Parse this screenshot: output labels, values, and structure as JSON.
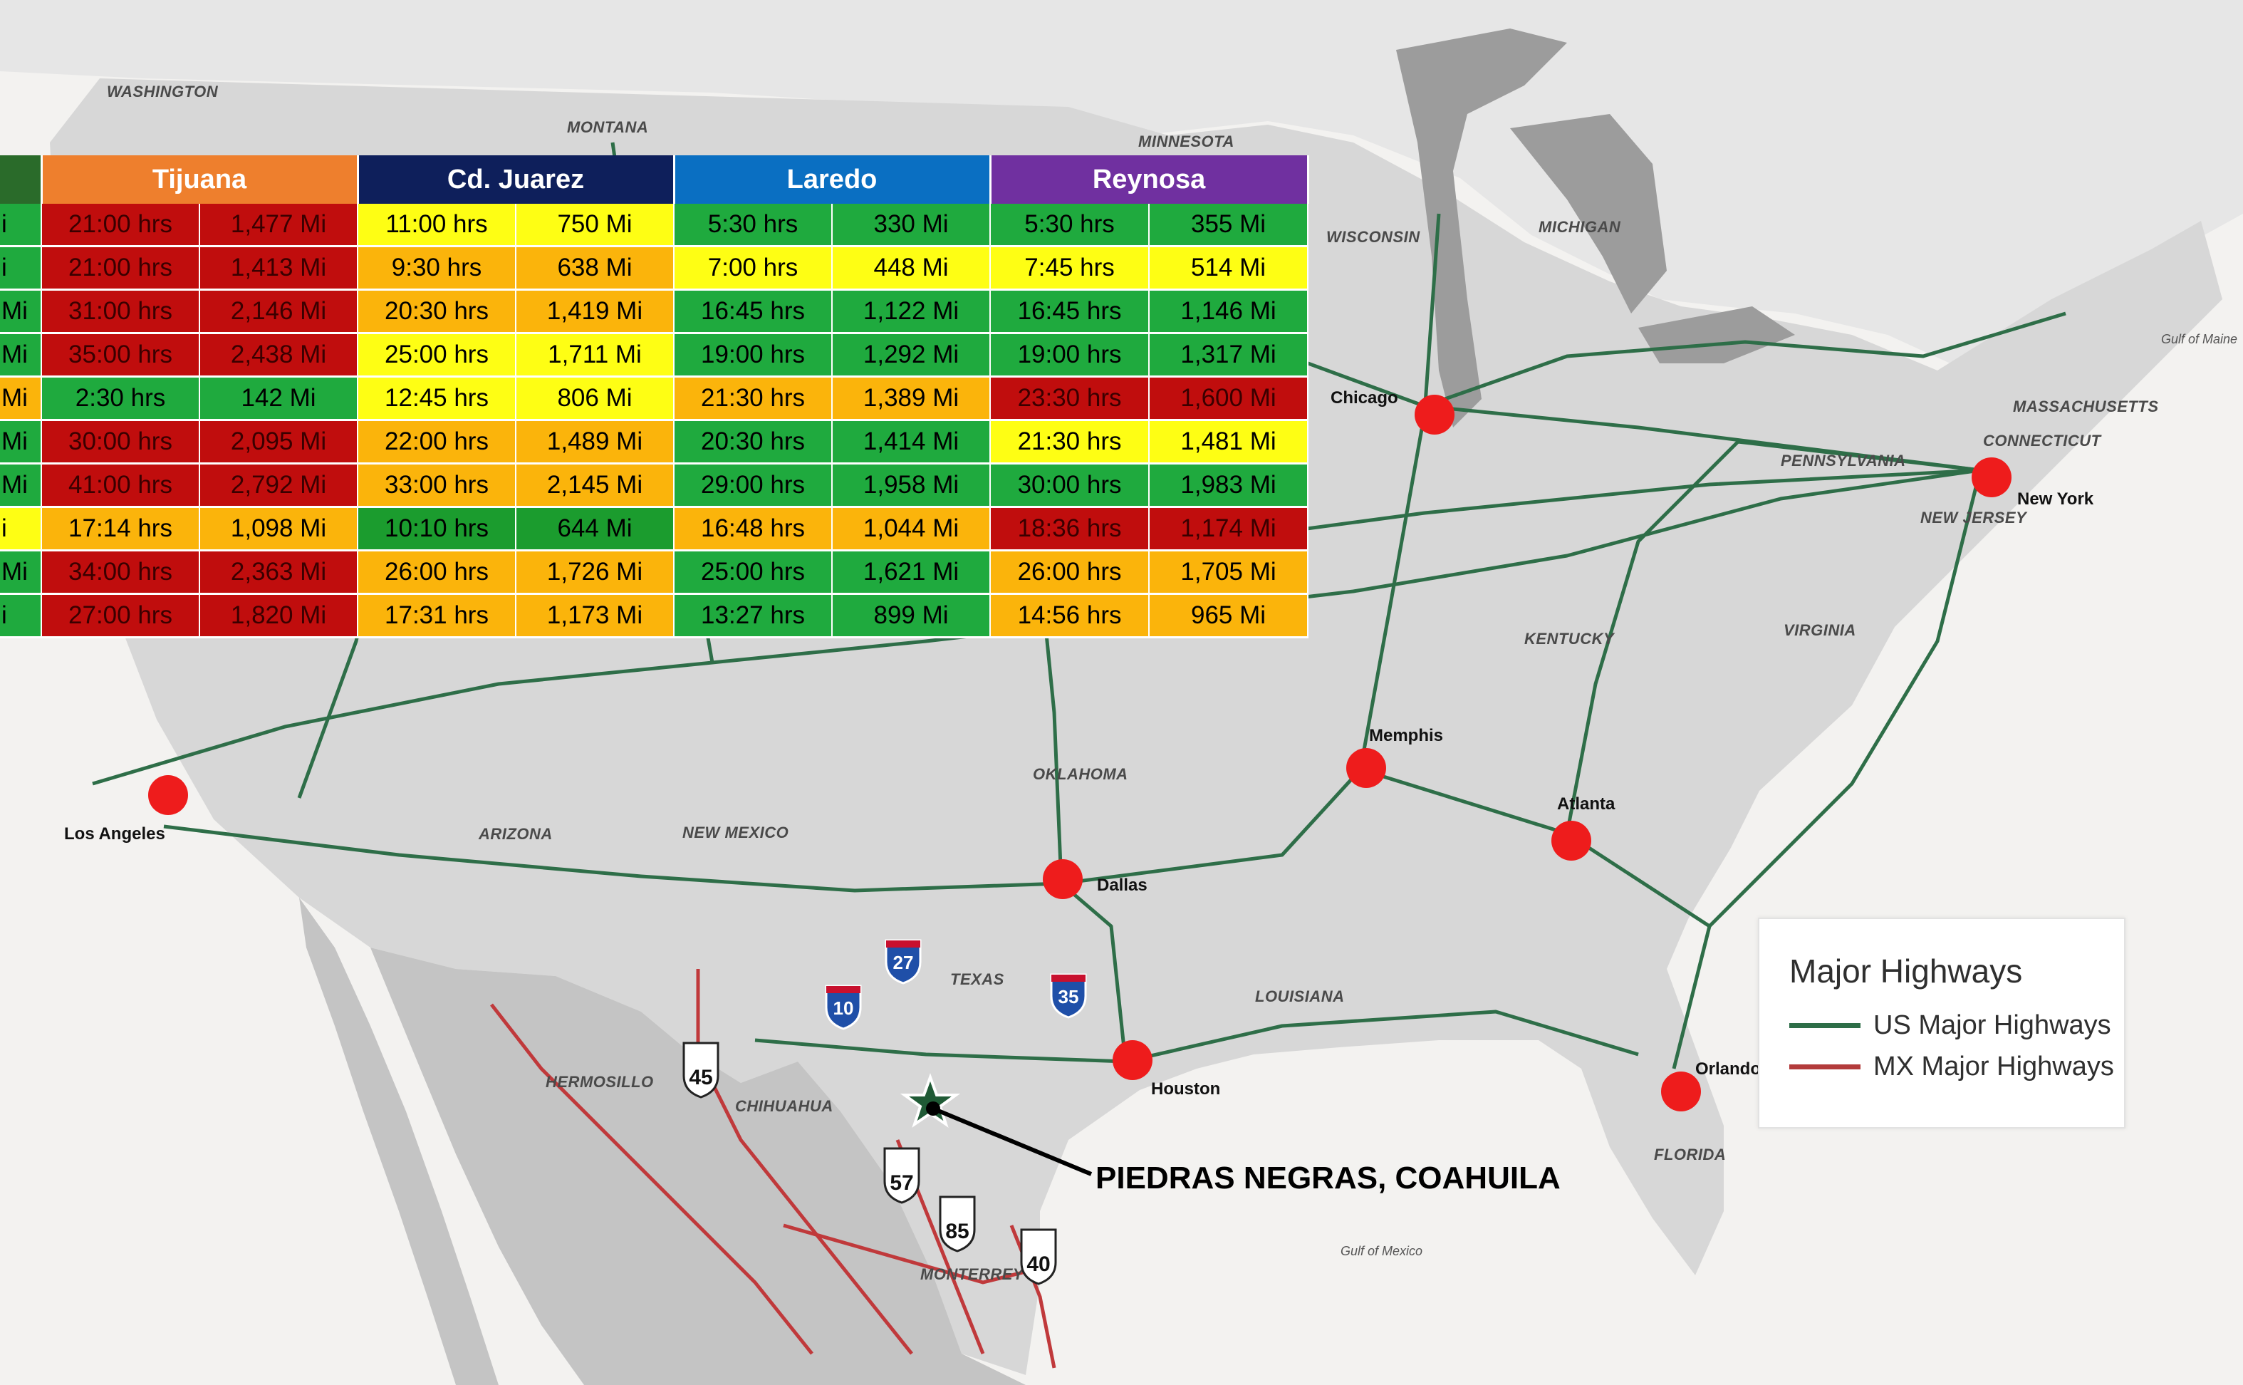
{
  "table": {
    "headers": [
      {
        "label": "",
        "color": "#2a6b2a"
      },
      {
        "label": "Tijuana",
        "color": "#ee7f2d"
      },
      {
        "label": "Cd. Juarez",
        "color": "#0e1f5b"
      },
      {
        "label": "Laredo",
        "color": "#0a6fc2"
      },
      {
        "label": "Reynosa",
        "color": "#7030a0"
      }
    ],
    "rows": [
      {
        "first": {
          "text": "i",
          "c": "green"
        },
        "cells": [
          [
            "21:00 hrs",
            "red"
          ],
          [
            "1,477 Mi",
            "red"
          ],
          [
            "11:00 hrs",
            "yellow"
          ],
          [
            "750 Mi",
            "yellow"
          ],
          [
            "5:30 hrs",
            "green"
          ],
          [
            "330 Mi",
            "green"
          ],
          [
            "5:30 hrs",
            "green"
          ],
          [
            "355 Mi",
            "green"
          ]
        ]
      },
      {
        "first": {
          "text": "i",
          "c": "green"
        },
        "cells": [
          [
            "21:00 hrs",
            "red"
          ],
          [
            "1,413 Mi",
            "red"
          ],
          [
            "9:30 hrs",
            "orange"
          ],
          [
            "638 Mi",
            "orange"
          ],
          [
            "7:00 hrs",
            "yellow"
          ],
          [
            "448 Mi",
            "yellow"
          ],
          [
            "7:45 hrs",
            "yellow"
          ],
          [
            "514 Mi",
            "yellow"
          ]
        ]
      },
      {
        "first": {
          "text": "Mi",
          "c": "green"
        },
        "cells": [
          [
            "31:00 hrs",
            "red"
          ],
          [
            "2,146 Mi",
            "red"
          ],
          [
            "20:30 hrs",
            "orange"
          ],
          [
            "1,419 Mi",
            "orange"
          ],
          [
            "16:45 hrs",
            "green"
          ],
          [
            "1,122 Mi",
            "green"
          ],
          [
            "16:45 hrs",
            "green"
          ],
          [
            "1,146 Mi",
            "green"
          ]
        ]
      },
      {
        "first": {
          "text": "Mi",
          "c": "green"
        },
        "cells": [
          [
            "35:00 hrs",
            "red"
          ],
          [
            "2,438 Mi",
            "red"
          ],
          [
            "25:00 hrs",
            "yellow"
          ],
          [
            "1,711 Mi",
            "yellow"
          ],
          [
            "19:00 hrs",
            "green"
          ],
          [
            "1,292 Mi",
            "green"
          ],
          [
            "19:00 hrs",
            "green"
          ],
          [
            "1,317 Mi",
            "green"
          ]
        ]
      },
      {
        "first": {
          "text": "Mi",
          "c": "orange"
        },
        "cells": [
          [
            "2:30 hrs",
            "green"
          ],
          [
            "142 Mi",
            "green"
          ],
          [
            "12:45 hrs",
            "yellow"
          ],
          [
            "806 Mi",
            "yellow"
          ],
          [
            "21:30 hrs",
            "orange"
          ],
          [
            "1,389 Mi",
            "orange"
          ],
          [
            "23:30 hrs",
            "red"
          ],
          [
            "1,600 Mi",
            "red"
          ]
        ]
      },
      {
        "first": {
          "text": "Mi",
          "c": "green"
        },
        "cells": [
          [
            "30:00 hrs",
            "red"
          ],
          [
            "2,095 Mi",
            "red"
          ],
          [
            "22:00 hrs",
            "orange"
          ],
          [
            "1,489 Mi",
            "orange"
          ],
          [
            "20:30 hrs",
            "green"
          ],
          [
            "1,414 Mi",
            "green"
          ],
          [
            "21:30 hrs",
            "yellow"
          ],
          [
            "1,481 Mi",
            "yellow"
          ]
        ]
      },
      {
        "first": {
          "text": "Mi",
          "c": "green"
        },
        "cells": [
          [
            "41:00 hrs",
            "red"
          ],
          [
            "2,792 Mi",
            "red"
          ],
          [
            "33:00 hrs",
            "orange"
          ],
          [
            "2,145 Mi",
            "orange"
          ],
          [
            "29:00 hrs",
            "green"
          ],
          [
            "1,958 Mi",
            "green"
          ],
          [
            "30:00 hrs",
            "green"
          ],
          [
            "1,983 Mi",
            "green"
          ]
        ]
      },
      {
        "first": {
          "text": "i",
          "c": "yellow"
        },
        "cells": [
          [
            "17:14 hrs",
            "orange"
          ],
          [
            "1,098 Mi",
            "orange"
          ],
          [
            "10:10 hrs",
            "dkgreen"
          ],
          [
            "644 Mi",
            "dkgreen"
          ],
          [
            "16:48 hrs",
            "orange"
          ],
          [
            "1,044 Mi",
            "orange"
          ],
          [
            "18:36 hrs",
            "red"
          ],
          [
            "1,174 Mi",
            "red"
          ]
        ]
      },
      {
        "first": {
          "text": "Mi",
          "c": "green"
        },
        "cells": [
          [
            "34:00 hrs",
            "red"
          ],
          [
            "2,363 Mi",
            "red"
          ],
          [
            "26:00 hrs",
            "orange"
          ],
          [
            "1,726 Mi",
            "orange"
          ],
          [
            "25:00 hrs",
            "green"
          ],
          [
            "1,621 Mi",
            "green"
          ],
          [
            "26:00 hrs",
            "orange"
          ],
          [
            "1,705 Mi",
            "orange"
          ]
        ]
      },
      {
        "first": {
          "text": "i",
          "c": "green"
        },
        "cells": [
          [
            "27:00 hrs",
            "red"
          ],
          [
            "1,820 Mi",
            "red"
          ],
          [
            "17:31 hrs",
            "orange"
          ],
          [
            "1,173 Mi",
            "orange"
          ],
          [
            "13:27 hrs",
            "green"
          ],
          [
            "899 Mi",
            "green"
          ],
          [
            "14:56 hrs",
            "orange"
          ],
          [
            "965 Mi",
            "orange"
          ]
        ]
      }
    ]
  },
  "labels": {
    "states": [
      "WASHINGTON",
      "MONTANA",
      "MINNESOTA",
      "WISCONSIN",
      "MICHIGAN",
      "MASSACHUSETTS",
      "CONNECTICUT",
      "PENNSYLVANIA",
      "NEW JERSEY",
      "KENTUCKY",
      "VIRGINIA",
      "OKLAHOMA",
      "ARIZONA",
      "NEW MEXICO",
      "TEXAS",
      "LOUISIANA",
      "FLORIDA",
      "HERMOSILLO",
      "CHIHUAHUA",
      "MONTERREY"
    ],
    "cities": [
      "Chicago",
      "New York",
      "Memphis",
      "Atlanta",
      "Los Angeles",
      "Dallas",
      "Houston",
      "Orlando"
    ],
    "water": [
      "Gulf of Maine",
      "Gulf of Mexico"
    ],
    "callout": "PIEDRAS NEGRAS, COAHUILA"
  },
  "shields": {
    "us": [
      "27",
      "10",
      "35"
    ],
    "mx": [
      "45",
      "57",
      "85",
      "40"
    ]
  },
  "legend": {
    "title": "Major Highways",
    "items": [
      {
        "label": "US Major Highways",
        "color": "#2e6e48"
      },
      {
        "label": "MX Major Highways",
        "color": "#b33b3b"
      }
    ]
  },
  "colors": {
    "us_land": "#d7d7d7",
    "mx_land": "#c4c4c4",
    "lakes": "#9c9c9c",
    "city_dot": "#ee1c1c",
    "us_highway": "#2e6e48",
    "mx_highway": "#c0393b",
    "star": "#1f5a35"
  }
}
